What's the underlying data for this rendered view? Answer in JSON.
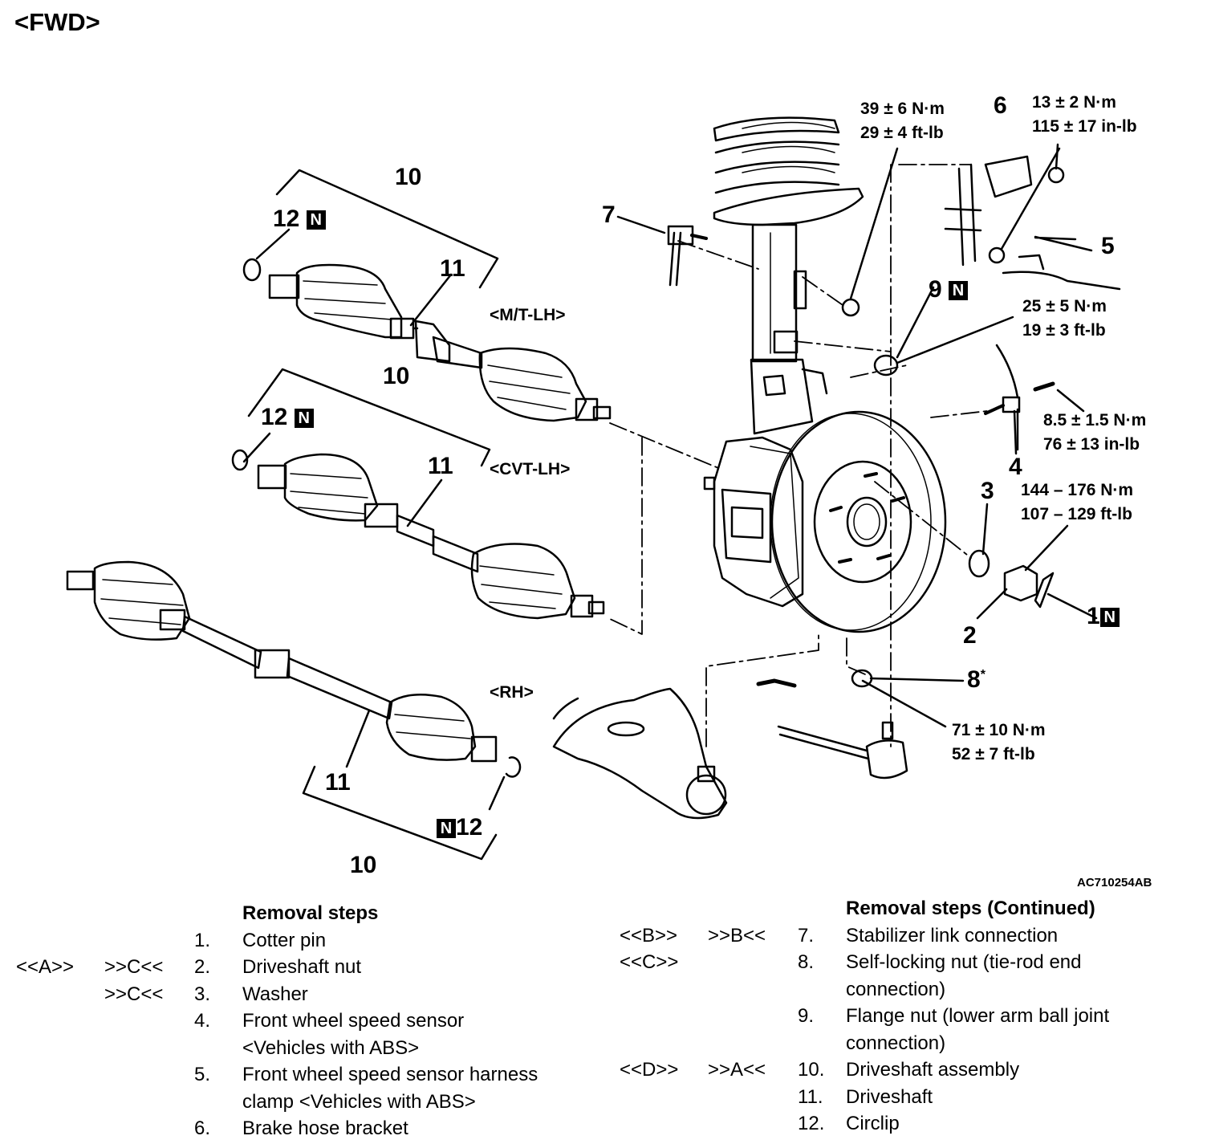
{
  "title": "<FWD>",
  "callouts": {
    "c10_mt": "10",
    "c12_mt": "12",
    "c11_mt": "11",
    "c10_cvt": "10",
    "c12_cvt": "12",
    "c11_cvt": "11",
    "c11_rh": "11",
    "c12_rh": "12",
    "c10_rh": "10",
    "c7": "7",
    "c6": "6",
    "c5": "5",
    "c9": "9",
    "c4": "4",
    "c3": "3",
    "c2": "2",
    "c1": "1",
    "c8": "8",
    "c8_star": "*"
  },
  "new_part_mark": "N",
  "variants": {
    "mt": "<M/T-LH>",
    "cvt": "<CVT-LH>",
    "rh": "<RH>"
  },
  "torques": {
    "t39": [
      "39 ± 6 N·m",
      "29 ± 4 ft-lb"
    ],
    "t13": [
      "13 ± 2 N·m",
      "115 ± 17 in-lb"
    ],
    "t25": [
      "25 ± 5 N·m",
      "19 ± 3 ft-lb"
    ],
    "t85": [
      "8.5 ± 1.5 N·m",
      "76 ± 13 in-lb"
    ],
    "t144": [
      "144 – 176 N·m",
      "107 – 129 ft-lb"
    ],
    "t71": [
      "71 ± 10 N·m",
      "52 ± 7 ft-lb"
    ]
  },
  "figure_ref": "AC710254AB",
  "legend_left": {
    "heading": "Removal steps",
    "rows": [
      {
        "a": "",
        "b": "",
        "num": "1.",
        "text": "Cotter pin"
      },
      {
        "a": "<<A>>",
        "b": ">>C<<",
        "num": "2.",
        "text": "Driveshaft nut"
      },
      {
        "a": "",
        "b": ">>C<<",
        "num": "3.",
        "text": "Washer"
      },
      {
        "a": "",
        "b": "",
        "num": "4.",
        "text": "Front wheel speed sensor"
      },
      {
        "a": "",
        "b": "",
        "num": "",
        "text": "<Vehicles with ABS>"
      },
      {
        "a": "",
        "b": "",
        "num": "5.",
        "text": "Front wheel speed sensor harness"
      },
      {
        "a": "",
        "b": "",
        "num": "",
        "text": "clamp <Vehicles with ABS>"
      },
      {
        "a": "",
        "b": "",
        "num": "6.",
        "text": "Brake hose bracket"
      }
    ]
  },
  "legend_right": {
    "heading": "Removal steps (Continued)",
    "rows": [
      {
        "a": "<<B>>",
        "b": ">>B<<",
        "num": "7.",
        "text": "Stabilizer link connection"
      },
      {
        "a": "<<C>>",
        "b": "",
        "num": "8.",
        "text": "Self-locking nut (tie-rod end"
      },
      {
        "a": "",
        "b": "",
        "num": "",
        "text": "connection)"
      },
      {
        "a": "",
        "b": "",
        "num": "9.",
        "text": "Flange nut (lower arm ball joint"
      },
      {
        "a": "",
        "b": "",
        "num": "",
        "text": "connection)"
      },
      {
        "a": "<<D>>",
        "b": ">>A<<",
        "num": "10.",
        "text": "Driveshaft assembly"
      },
      {
        "a": "",
        "b": "",
        "num": "11.",
        "text": "Driveshaft"
      },
      {
        "a": "",
        "b": "",
        "num": "12.",
        "text": "Circlip"
      }
    ]
  }
}
